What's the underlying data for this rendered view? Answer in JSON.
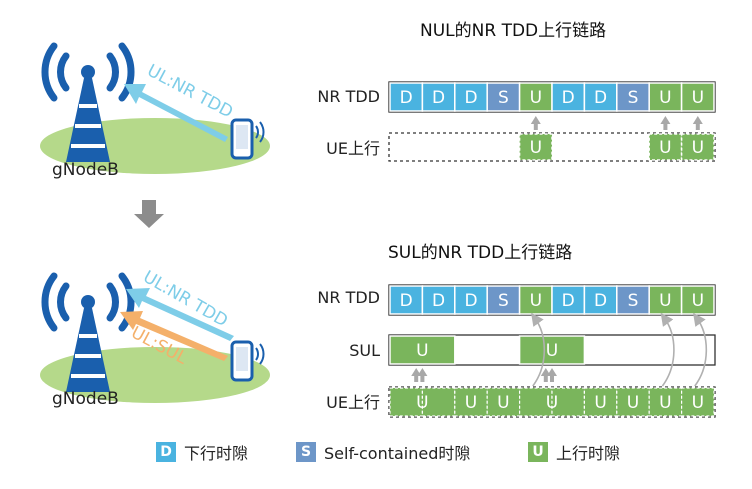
{
  "top": {
    "title": "NUL的NR TDD上行链路",
    "node_label": "gNodeB",
    "link_label": "UL:NR TDD",
    "row1_label": "NR TDD",
    "row2_label": "UE上行",
    "tdd_slots": [
      "D",
      "D",
      "D",
      "S",
      "U",
      "D",
      "D",
      "S",
      "U",
      "U"
    ],
    "ue_slots": [
      "",
      "",
      "",
      "",
      "U",
      "",
      "",
      "",
      "U",
      "U"
    ]
  },
  "bottom": {
    "title": "SUL的NR TDD上行链路",
    "node_label": "gNodeB",
    "link_label_tdd": "UL:NR TDD",
    "link_label_sul": "UL:SUL",
    "row1_label": "NR TDD",
    "row2_label": "SUL",
    "row3_label": "UE上行",
    "tdd_slots": [
      "D",
      "D",
      "D",
      "S",
      "U",
      "D",
      "D",
      "S",
      "U",
      "U"
    ],
    "sul_slots": [
      "U",
      "U",
      "",
      "",
      "U",
      "U",
      "",
      "",
      "",
      ""
    ],
    "ue_slots": [
      "U",
      "U",
      "U",
      "U",
      "U",
      "U",
      "U",
      "U",
      "U",
      "U"
    ]
  },
  "legend": {
    "d_letter": "D",
    "d_label": "下行时隙",
    "s_letter": "S",
    "s_label": "Self-contained时隙",
    "u_letter": "U",
    "u_label": "上行时隙"
  },
  "colors": {
    "downlink": "#4ab3e0",
    "selfcontained": "#6d96c8",
    "uplink": "#7ab55c",
    "antenna": "#1a5fad",
    "link_tdd": "#7ecde8",
    "link_sul": "#f4b06a",
    "ground": "#b5d98a"
  }
}
